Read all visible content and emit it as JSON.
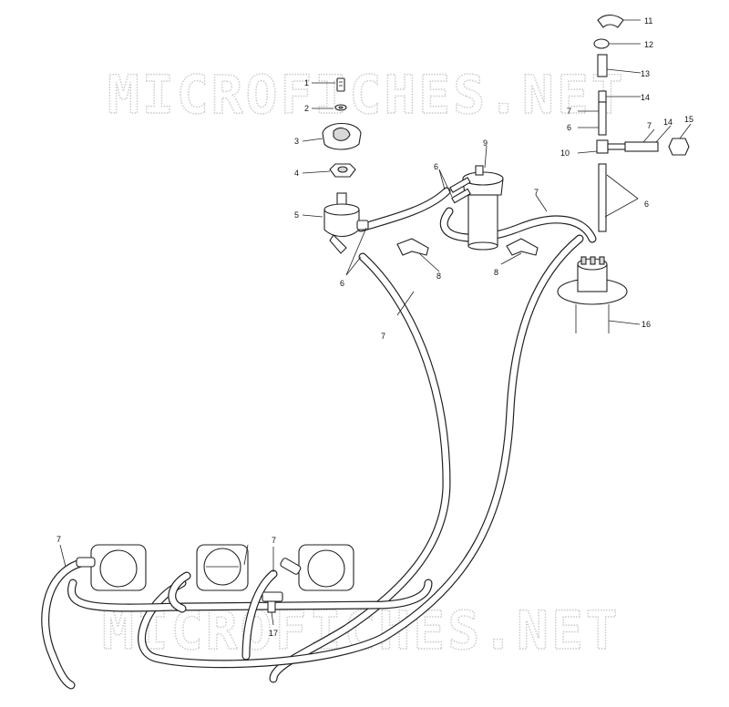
{
  "watermark": {
    "top": "MICROFICHES.NET",
    "bottom": "MICROFICHES.NET"
  },
  "callouts": {
    "c1": "1",
    "c2": "2",
    "c3": "3",
    "c4": "4",
    "c5": "5",
    "c6a": "6",
    "c6b": "6",
    "c6c": "6",
    "c6d": "6",
    "c7a": "7",
    "c7b": "7",
    "c7c": "7",
    "c7d": "7",
    "c7e": "7",
    "c7f": "7",
    "c8a": "8",
    "c8b": "8",
    "c9": "9",
    "c10": "10",
    "c11": "11",
    "c12": "12",
    "c13": "13",
    "c14a": "14",
    "c14b": "14",
    "c15": "15",
    "c16": "16",
    "c17": "17"
  },
  "colors": {
    "line": "#222222",
    "watermark": "#c9c9c9",
    "background": "#ffffff"
  }
}
